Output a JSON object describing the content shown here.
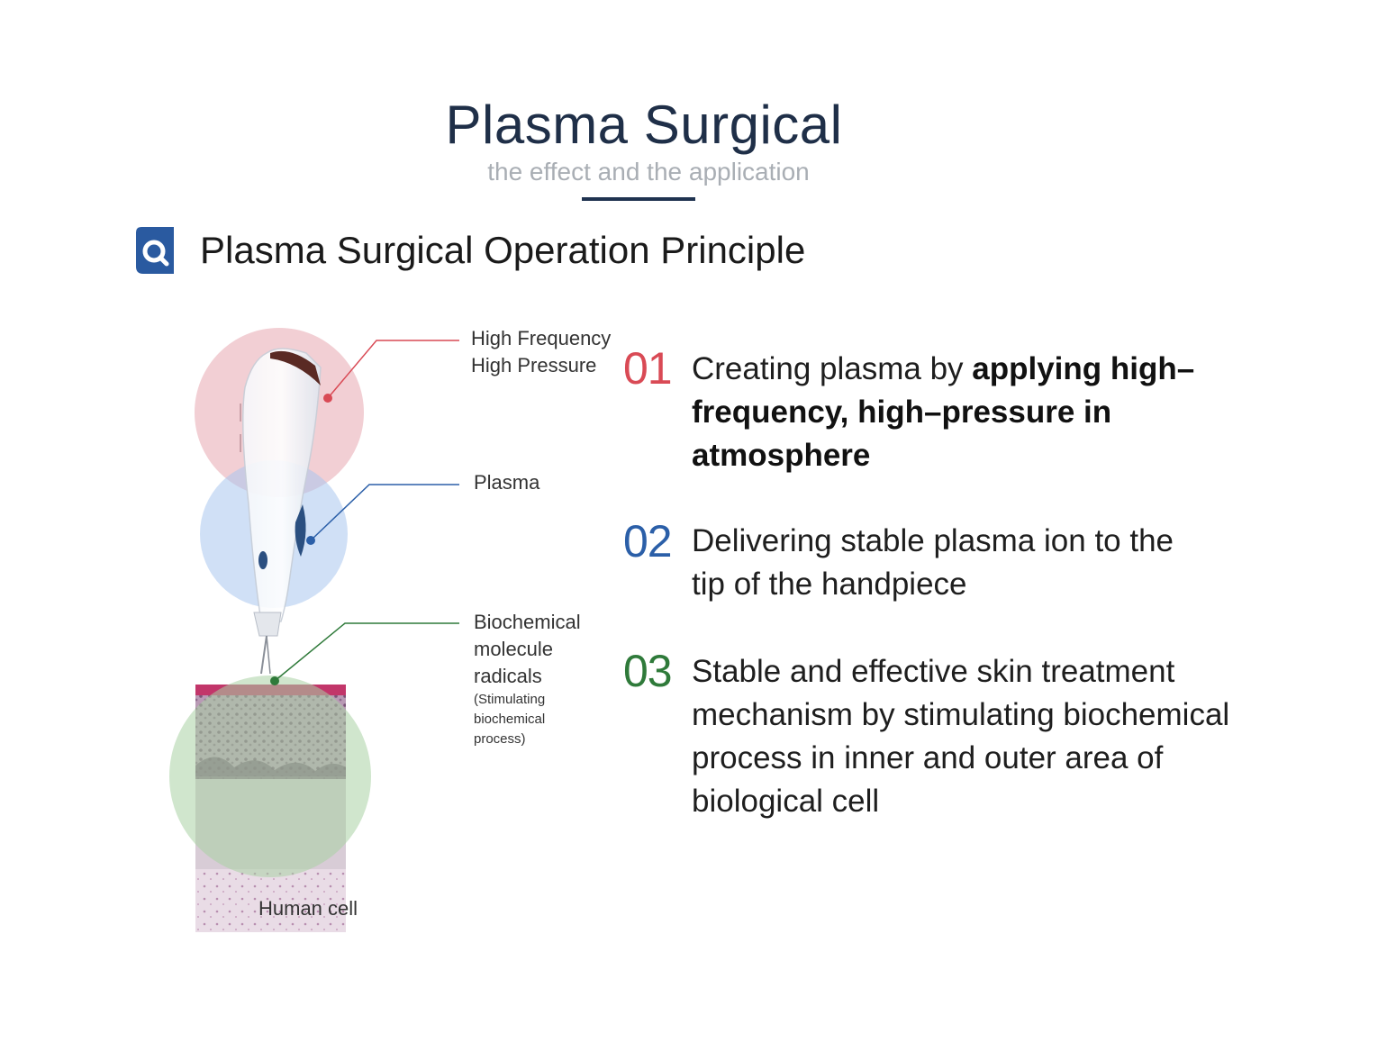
{
  "header": {
    "title": "Plasma Surgical",
    "subtitle": "the effect and the application"
  },
  "section": {
    "icon": "search-icon",
    "heading": "Plasma Surgical Operation Principle"
  },
  "colors": {
    "title": "#1f2f48",
    "accent": "#2a5aa0",
    "red": "#d94a55",
    "blue": "#2b5fa8",
    "green": "#2f7a3a"
  },
  "illustration": {
    "callouts": {
      "high_freq_line1": "High Frequency",
      "high_freq_line2": "High Pressure",
      "plasma": "Plasma",
      "bio_line1": "Biochemical",
      "bio_line2": "molecule",
      "bio_line3": "radicals",
      "bio_note1": "(Stimulating",
      "bio_note2": "biochemical",
      "bio_note3": "process)"
    },
    "human_cell_label": "Human cell"
  },
  "steps": [
    {
      "number": "01",
      "text_plain": "Creating plasma by ",
      "text_bold": "applying high–frequency, high–pressure in atmosphere"
    },
    {
      "number": "02",
      "text_plain": "Delivering stable plasma ion to the tip of the handpiece",
      "text_bold": ""
    },
    {
      "number": "03",
      "text_plain": "Stable and effective skin treatment mechanism by stimulating biochemical process in inner and outer area of biological cell",
      "text_bold": ""
    }
  ]
}
